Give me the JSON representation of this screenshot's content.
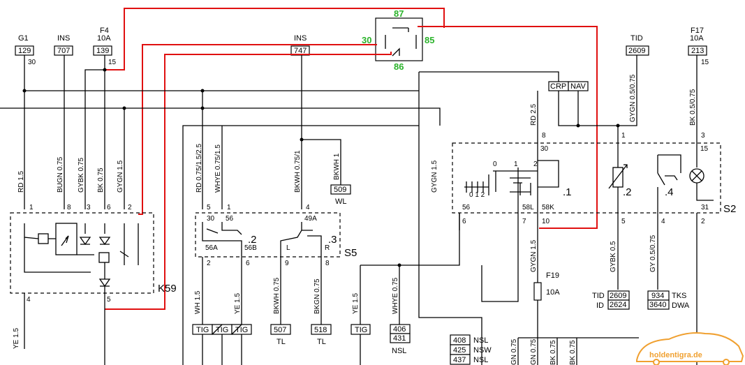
{
  "colors": {
    "wire": "#000000",
    "red_wire": "#e01010",
    "relay_pins": "#2bb32b",
    "logo": "#f0a030"
  },
  "top_labels": [
    {
      "id": "G1",
      "top": "G1",
      "num": "129",
      "pin": "30"
    },
    {
      "id": "INS",
      "top": "INS",
      "num": "707",
      "pin": ""
    },
    {
      "id": "F4",
      "top": "F4",
      "sub": "10A",
      "num": "139",
      "pin": "15"
    },
    {
      "id": "INS2",
      "top": "INS",
      "num": "747",
      "pin": ""
    },
    {
      "id": "TID",
      "top": "TID",
      "num": "2609",
      "pin": ""
    },
    {
      "id": "F17",
      "top": "F17",
      "sub": "10A",
      "num": "213",
      "pin": "15"
    }
  ],
  "relay": {
    "pin_top": "87",
    "pin_left": "30",
    "pin_right": "85",
    "pin_bottom": "86"
  },
  "crp_nav": {
    "crp": "CRP",
    "nav": "NAV"
  },
  "wire_labels": {
    "rd15": "RD 1.5",
    "bugn": "BUGN 0.75",
    "gybk": "GYBK 0.75",
    "bk": "BK 0.75",
    "gygn15": "GYGN 1.5",
    "rd_multi": "RD 0.75/1.5/2.5",
    "whye": "WHYE 0.75/1.5",
    "bkwh": "BKWH 0.75/1",
    "bkwh1": "BKWH 1",
    "gygn15b": "GYGN 1.5",
    "rd25": "RD 2.5",
    "gygn075": "GYGN 0.5/0.75",
    "bk075": "BK 0.5/0.75",
    "ye15": "YE 1.5",
    "wh15": "WH 1.5",
    "ye15b": "YE 1.5",
    "bkwh075": "BKWH 0.75",
    "bkgn075": "BKGN 0.75",
    "ye15c": "YE 1.5",
    "whye075": "WHYE 0.75",
    "gygn15c": "GYGN 1.5",
    "gybk05": "GYBK 0.5",
    "gy": "GY 0.5/0.75",
    "gn075": "GN 0.75",
    "bk075b": "BK 0.75",
    "bk075c": "BK 0.75",
    "gn075b": "GN 0.75"
  },
  "k59": {
    "name": "K59",
    "pins_top": [
      "1",
      "8",
      "3",
      "6",
      "2"
    ],
    "pins_bottom": [
      "4",
      "5"
    ]
  },
  "s5": {
    "name": "S5",
    "pins_top": [
      "5",
      "1",
      "4"
    ],
    "contacts": [
      "30",
      "56",
      "49A",
      "56A",
      "56B",
      "L",
      "R"
    ],
    "pins_bottom": [
      "2",
      "6",
      "9",
      "8"
    ],
    "sub": [
      ".2",
      ".3"
    ]
  },
  "wl": {
    "num": "509",
    "label": "WL"
  },
  "s2": {
    "name": "S2",
    "pins_top": [
      "8",
      "1",
      "3"
    ],
    "inner_top": [
      "30",
      "15"
    ],
    "switch_positions": [
      "0",
      "1",
      "2"
    ],
    "switch_scale": "0 1 2",
    "contacts": [
      "56",
      "58L",
      "58K",
      "31"
    ],
    "sub": [
      ".1",
      ".2",
      ".4"
    ],
    "pins_bottom": [
      "6",
      "7",
      "10",
      "5",
      "4",
      "2"
    ]
  },
  "f19": {
    "name": "F19",
    "rating": "10A"
  },
  "bottom_refs": {
    "tid": {
      "label": "TID",
      "num": "2609"
    },
    "id": {
      "label": "ID",
      "num": "2624"
    },
    "tks": {
      "label": "TKS",
      "num": "934"
    },
    "dwa": {
      "label": "DWA",
      "num": "3640"
    },
    "tig": "TIG",
    "tl1": {
      "num": "507",
      "label": "TL"
    },
    "tl2": {
      "num": "518",
      "label": "TL"
    },
    "nsl": {
      "num1": "406",
      "num2": "431",
      "label": "NSL"
    },
    "nsl2": {
      "num": "408",
      "label": "NSL"
    },
    "nsw": {
      "num": "425",
      "label": "NSW"
    },
    "nsl3": {
      "num": "437",
      "label": "NSL"
    }
  },
  "logo": "holdentigra.de"
}
